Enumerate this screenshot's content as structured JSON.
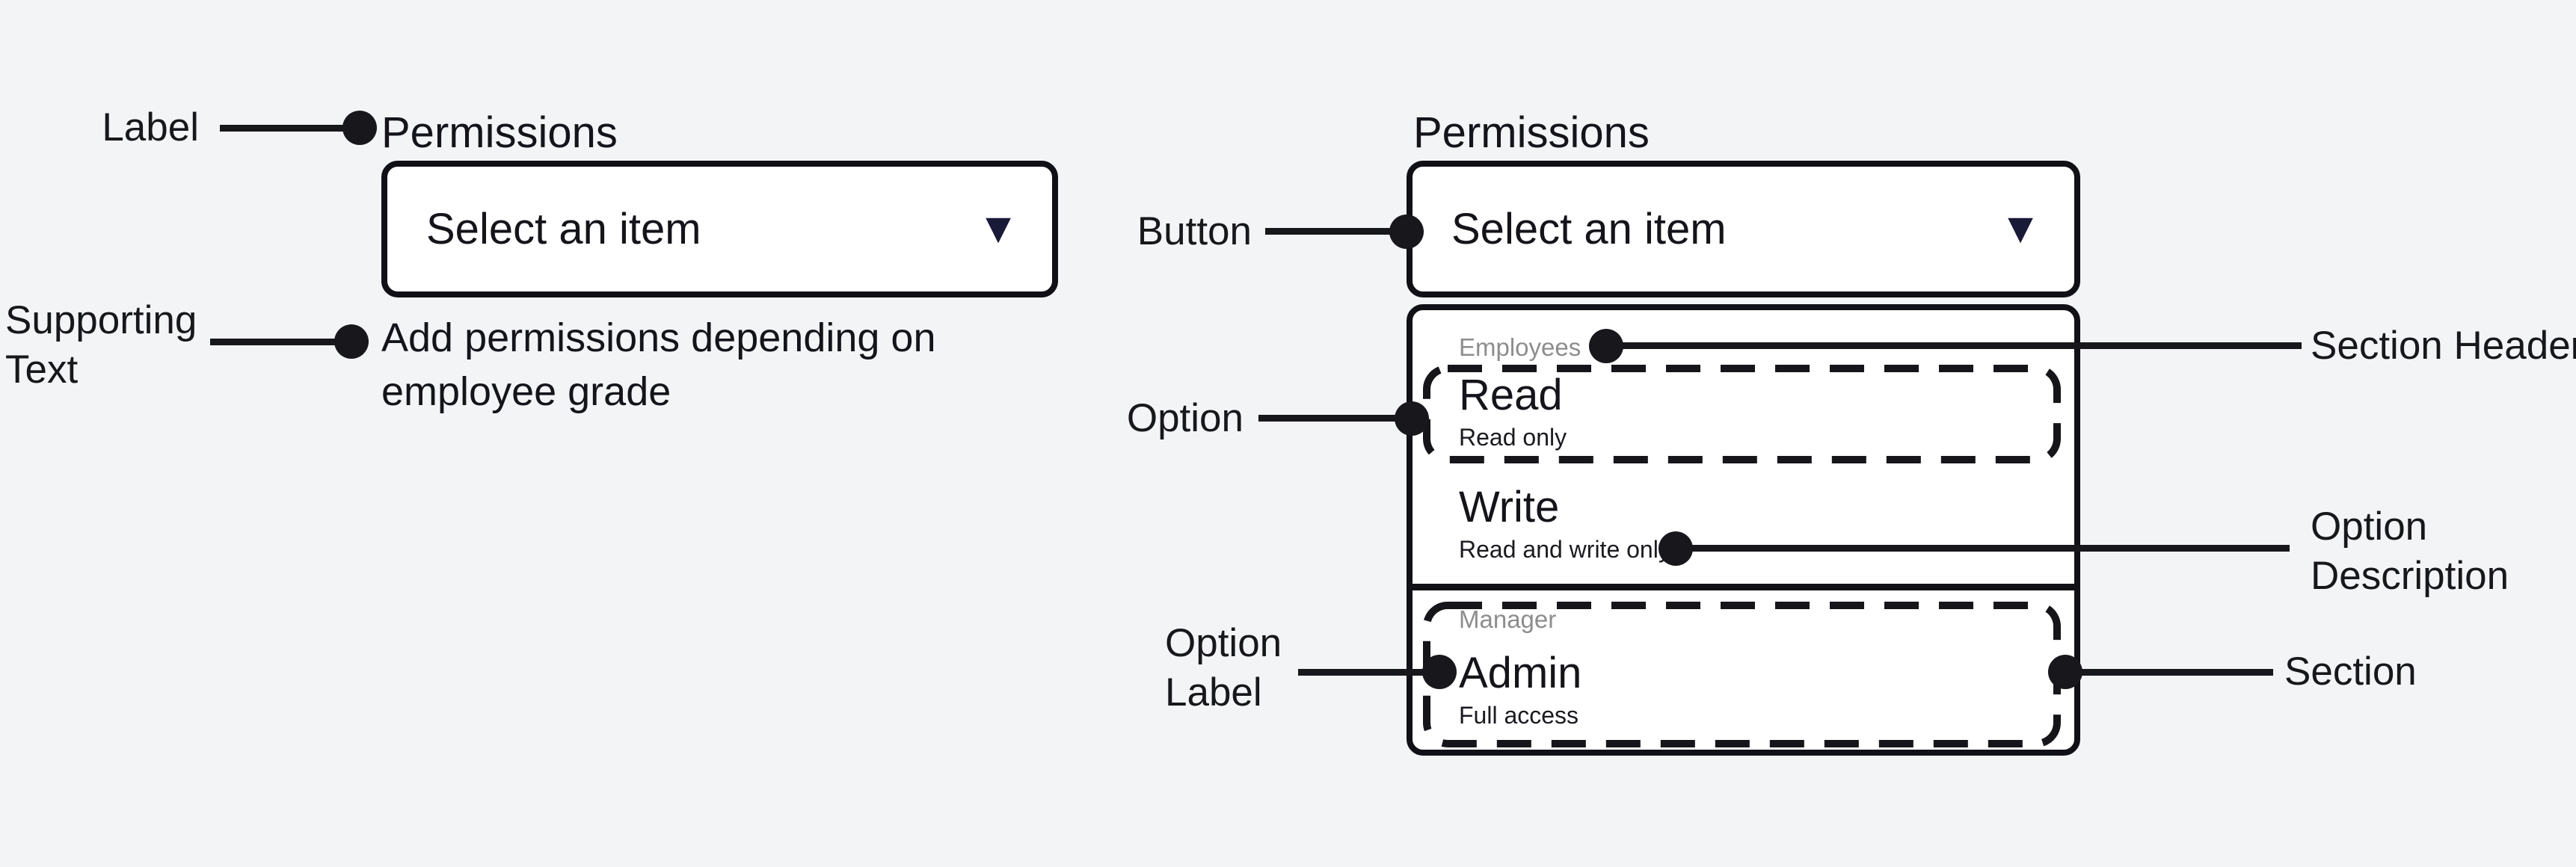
{
  "colors": {
    "background": "#f3f4f6",
    "surface": "#ffffff",
    "ink": "#14141a",
    "muted_gray": "#8d8d8d",
    "caret_navy": "#191938"
  },
  "icons": {
    "dropdown_caret": "▼"
  },
  "left": {
    "label": "Permissions",
    "button_text": "Select an item",
    "supporting_line1": "Add permissions depending on",
    "supporting_line2": "employee grade"
  },
  "right": {
    "label": "Permissions",
    "button_text": "Select an item",
    "sections": [
      {
        "header": "Employees",
        "options": [
          {
            "label": "Read",
            "description": "Read only"
          },
          {
            "label": "Write",
            "description": "Read and write only"
          }
        ]
      },
      {
        "header": "Manager",
        "options": [
          {
            "label": "Admin",
            "description": "Full access"
          }
        ]
      }
    ]
  },
  "annotations": {
    "label": "Label",
    "supporting_line1": "Supporting",
    "supporting_line2": "Text",
    "button": "Button",
    "option": "Option",
    "section_header": "Section Header",
    "option_description_line1": "Option",
    "option_description_line2": "Description",
    "option_label_line1": "Option",
    "option_label_line2": "Label",
    "section": "Section"
  }
}
